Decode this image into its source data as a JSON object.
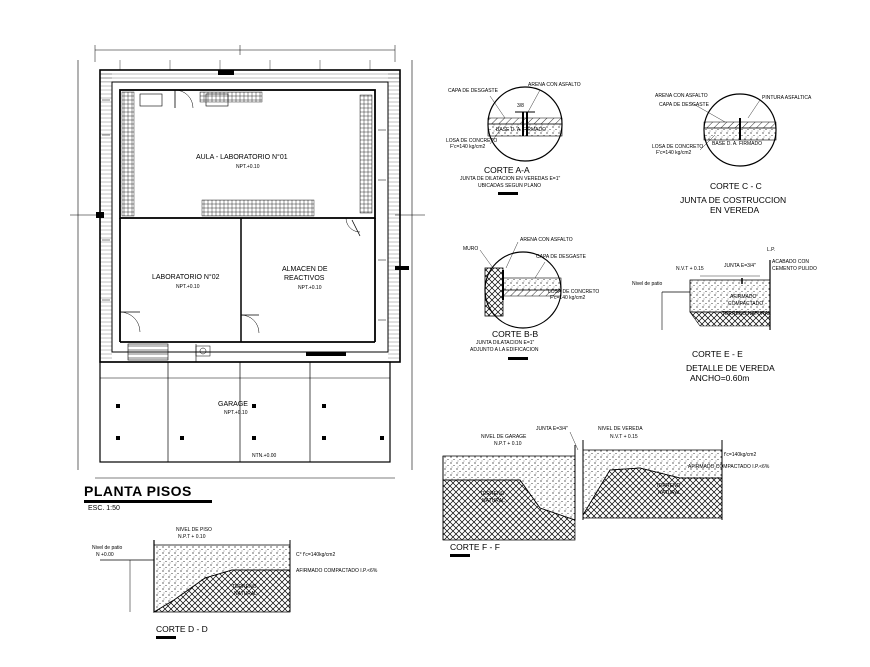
{
  "plan": {
    "title": "PLANTA PISOS",
    "scale": "ESC. 1:50",
    "rooms": {
      "aula": "AULA - LABORATORIO N°01",
      "lab2": "LABORATORIO N°02",
      "almacen_l1": "ALMACEN DE",
      "almacen_l2": "REACTIVOS",
      "garage": "GARAGE"
    },
    "npt_tag": "NPT.+0.10",
    "npt_garage": "NPT.+0.10",
    "ntn_tag": "NTN.+0.00"
  },
  "corte_aa": {
    "title": "CORTE A-A",
    "desc_l1": "JUNTA DE DILATACION EN VEREDAS E=1\"",
    "desc_l2": "UBICADAS SEGUN PLANO",
    "lbl_capa": "CAPA DE DESGASTE",
    "lbl_arena": "ARENA CON ASFALTO",
    "lbl_losa_l1": "LOSA DE CONCRETO",
    "lbl_losa_l2": "F'c=140 kg/cm2",
    "lbl_base": "BASE D. A. FIRMADO",
    "lbl_joint": "3/8"
  },
  "corte_cc": {
    "title": "CORTE C - C",
    "desc_l1": "JUNTA DE COSTRUCCION",
    "desc_l2": "EN VEREDA",
    "lbl_arena": "ARENA CON ASFALTO",
    "lbl_capa": "CAPA DE DESGASTE",
    "lbl_pintura": "PINTURA ASFALTICA",
    "lbl_losa_l1": "LOSA DE CONCRETO",
    "lbl_losa_l2": "F'c=140 kg/cm2",
    "lbl_base": "BASE D. A. FIRMADO"
  },
  "corte_bb": {
    "title": "CORTE B-B",
    "desc_l1": "JUNTA DILATACION E=1\"",
    "desc_l2": "ADJUNTO A LA EDIFICACION",
    "lbl_arena": "ARENA CON ASFALTO",
    "lbl_muro": "MURO",
    "lbl_capa": "CAPA DE DESGASTE",
    "lbl_losa_l1": "LOSA DE CONCRETO",
    "lbl_losa_l2": "F'c=140 kg/cm2"
  },
  "corte_ee": {
    "title": "CORTE E - E",
    "desc_l1": "DETALLE DE VEREDA",
    "desc_l2": "ANCHO=0.60m",
    "lbl_lp": "L.P.",
    "lbl_nvt": "N.V.T + 0.15",
    "lbl_junta": "JUNTA E=3/4\"",
    "lbl_acabado_l1": "ACABADO CON",
    "lbl_acabado_l2": "CEMENTO PULIDO",
    "lbl_nivel": "Nivel de patio",
    "lbl_afirmado_l1": "AFIRMADO",
    "lbl_afirmado_l2": "COMPACTADO",
    "lbl_terreno": "TERRENO NATURAL"
  },
  "corte_ff": {
    "title": "CORTE F - F",
    "lbl_junta": "JUNTA E=3/4\"",
    "lbl_nivel_garage": "NIVEL DE GARAGE",
    "lbl_npt": "N.P.T + 0.10",
    "lbl_nivel_vereda": "NIVEL DE VEREDA",
    "lbl_nvt": "N.V.T + 0.15",
    "lbl_fc": "f'c=140kg/cm2",
    "lbl_afirmado": "AFIRMADO COMPACTADO I.P.<6%",
    "lbl_terreno_l1": "TERRENO",
    "lbl_terreno_l2": "NATURAL"
  },
  "corte_dd": {
    "title": "CORTE D - D",
    "lbl_nivel_piso": "NIVEL DE PISO",
    "lbl_npt": "N.P.T + 0.10",
    "lbl_nivel_patio": "Nivel de patio",
    "lbl_n": "N +0.00",
    "lbl_fc": "C° f'c=140kg/cm2",
    "lbl_afirmado": "AFIRMADO COMPACTADO I.P.<6%",
    "lbl_terreno_l1": "TERRENO",
    "lbl_terreno_l2": "NATURAL"
  }
}
